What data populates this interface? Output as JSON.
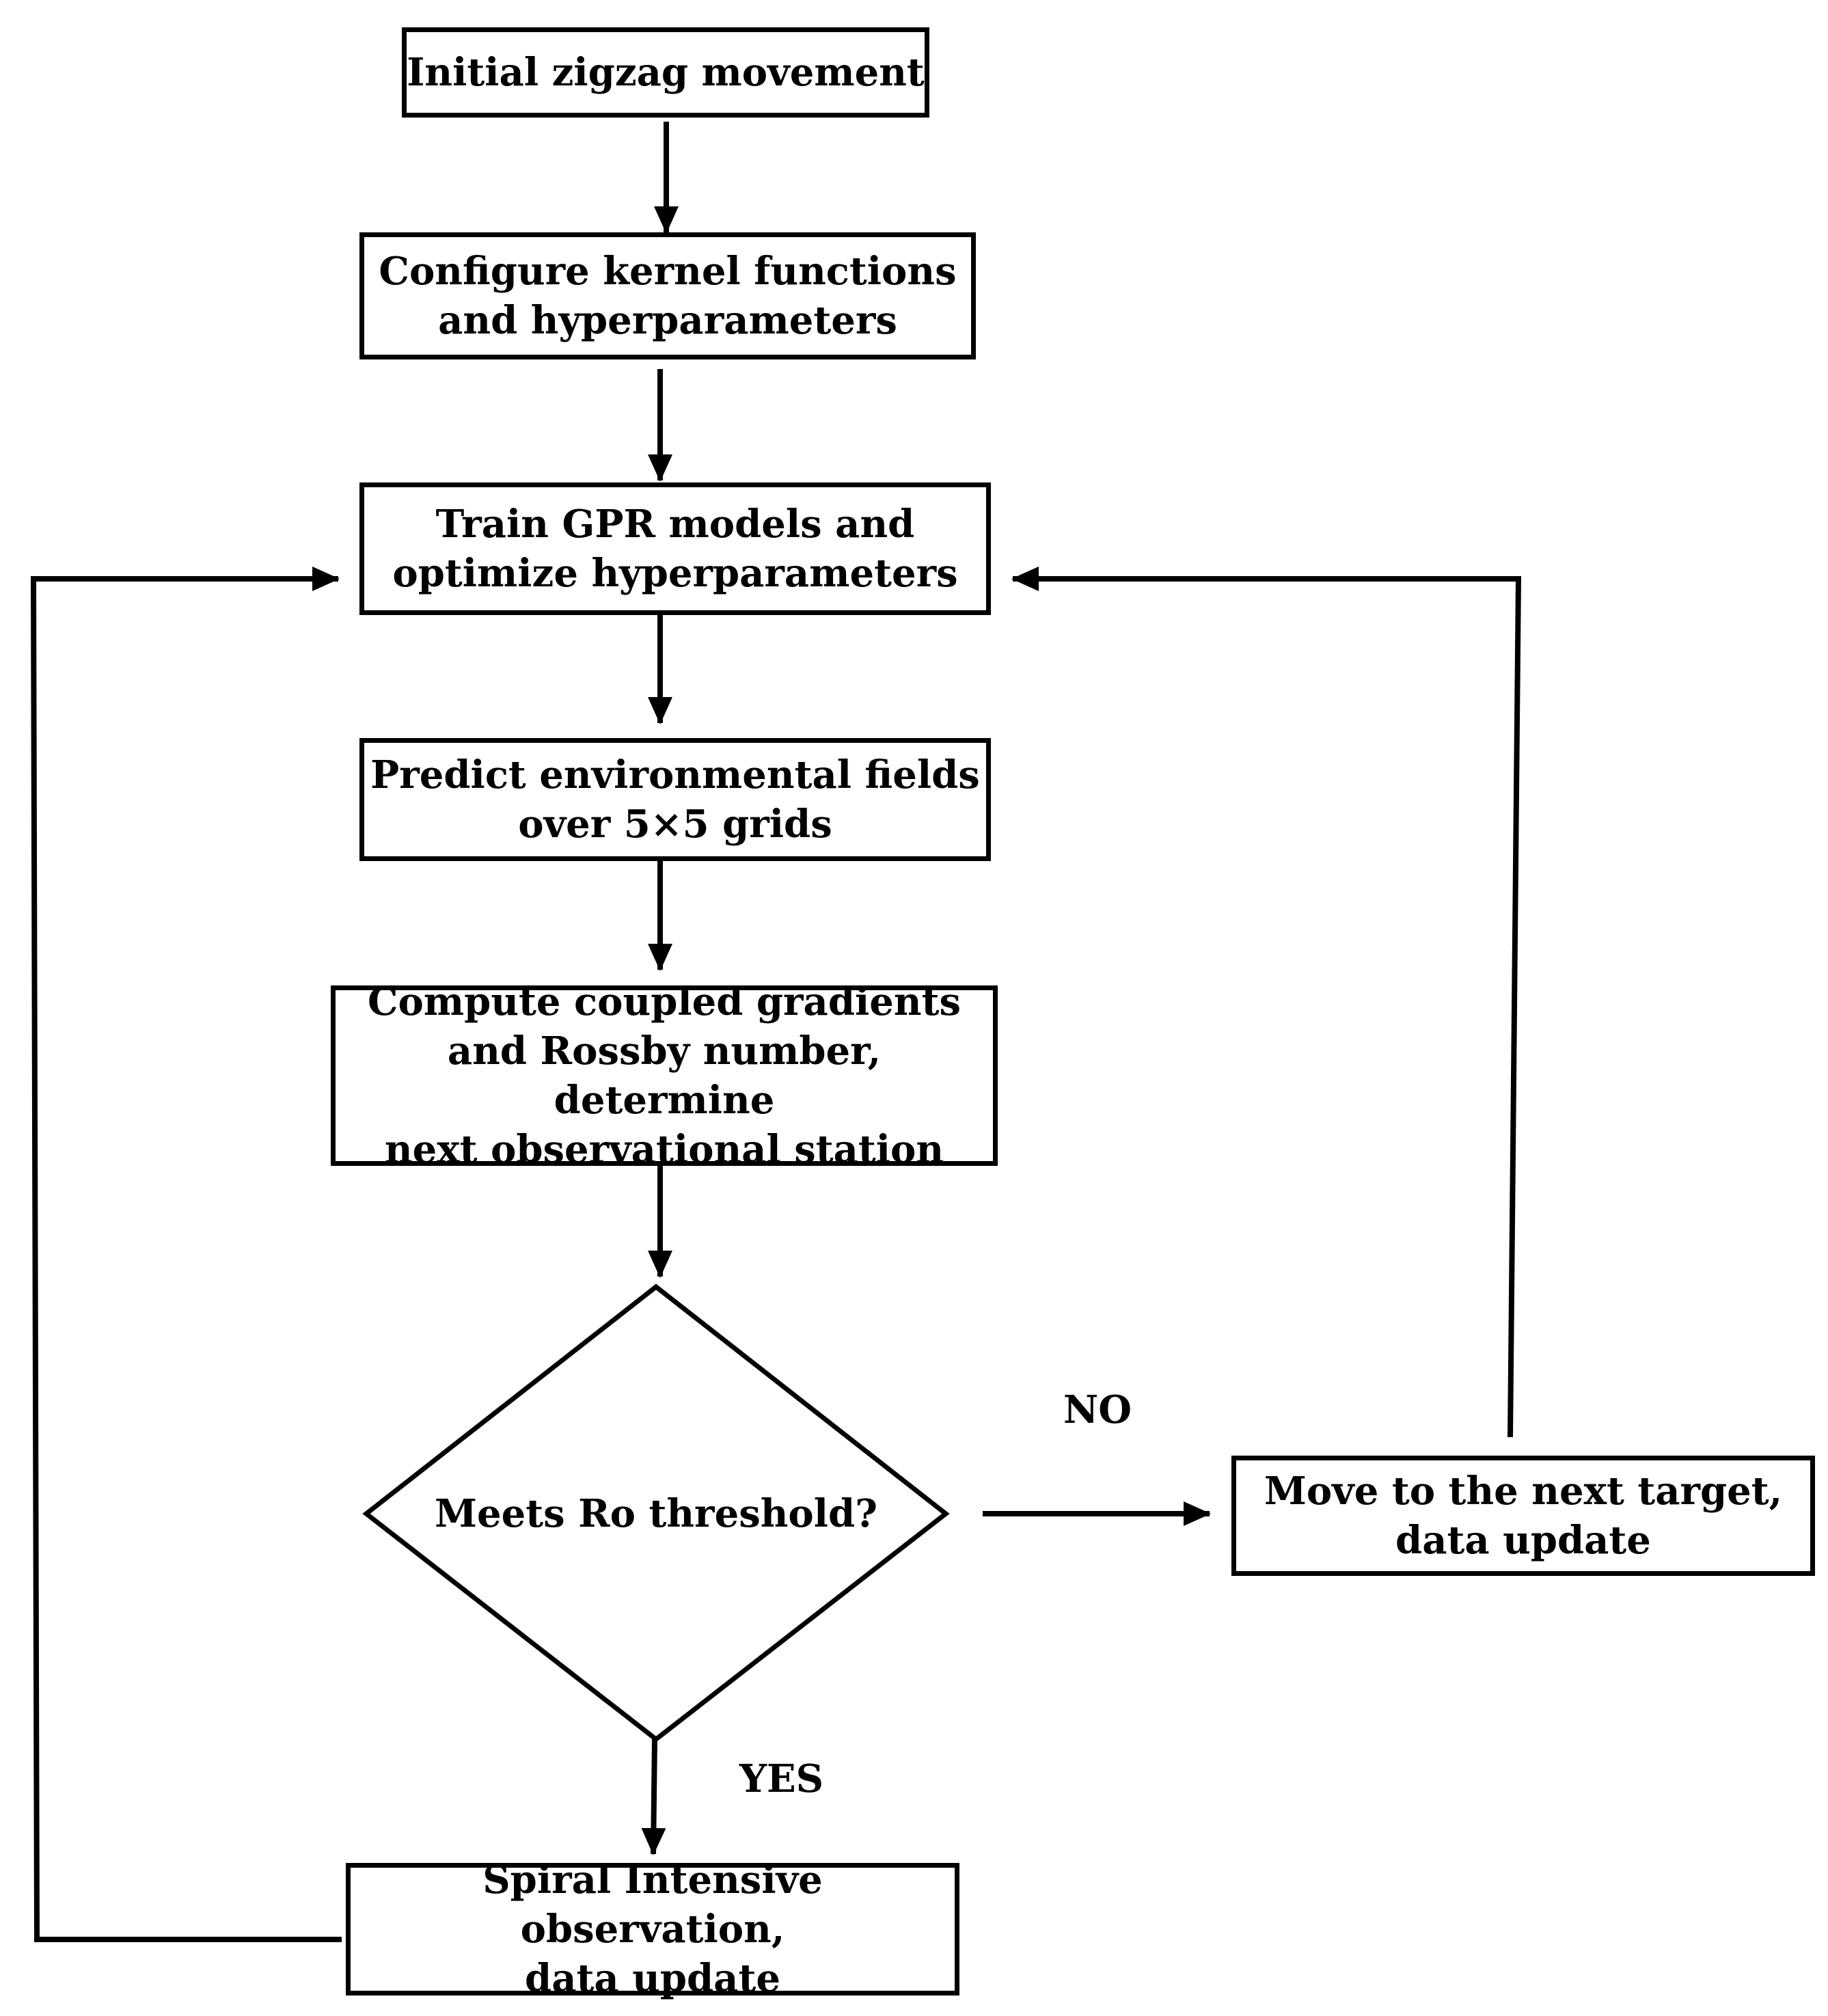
{
  "nodes": {
    "initial": {
      "lines": [
        "Initial zigzag movement"
      ]
    },
    "configure": {
      "lines": [
        "Configure kernel functions",
        "and hyperparameters"
      ]
    },
    "train": {
      "lines": [
        "Train GPR models and",
        "optimize hyperparameters"
      ]
    },
    "predict": {
      "lines": [
        "Predict environmental fields",
        "over 5×5 grids"
      ]
    },
    "compute": {
      "lines": [
        "Compute coupled gradients",
        "and Rossby number, determine",
        "next observational station"
      ]
    },
    "decision": {
      "lines": [
        "Meets Ro threshold?"
      ]
    },
    "move": {
      "lines": [
        "Move to the next target,",
        "data update"
      ]
    },
    "spiral": {
      "lines": [
        "Spiral Intensive observation,",
        "data update"
      ]
    }
  },
  "edge_labels": {
    "no": "NO",
    "yes": "YES"
  },
  "colors": {
    "stroke": "#000000",
    "background": "#ffffff"
  }
}
